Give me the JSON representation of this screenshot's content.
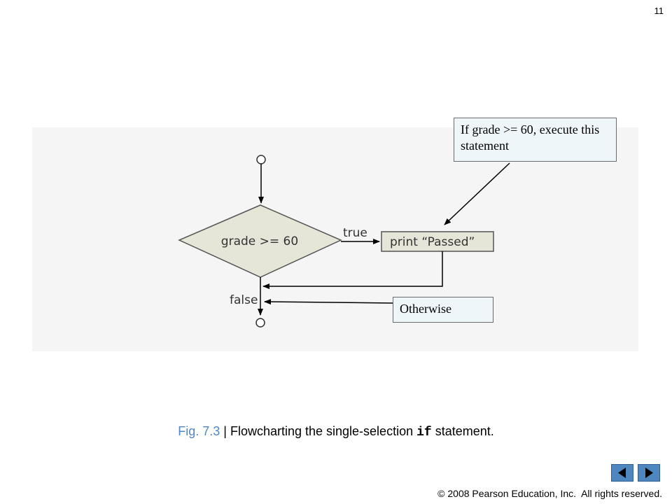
{
  "slide_number": "11",
  "diagram": {
    "decision_label": "grade >= 60",
    "true_label": "true",
    "false_label": "false",
    "action_label": "print “Passed”",
    "callout_if": "If grade >= 60, execute this statement",
    "callout_otherwise": "Otherwise"
  },
  "caption": {
    "fig_label": "Fig. 7.3",
    "separator": " | ",
    "text_before": "Flowcharting the single-selection ",
    "code": "if",
    "text_after": " statement."
  },
  "footer": {
    "copyright": "© 2008 Pearson Education, Inc.  All rights reserved."
  },
  "nav": {
    "prev_icon": "triangle-left-icon",
    "next_icon": "triangle-right-icon",
    "button_color": "#4e86bf"
  },
  "colors": {
    "decision_fill": "#e6e6d8",
    "panel_background": "#f5f5f5",
    "callout_fill": "#eef6fa",
    "caption_label": "#4f86c6"
  }
}
